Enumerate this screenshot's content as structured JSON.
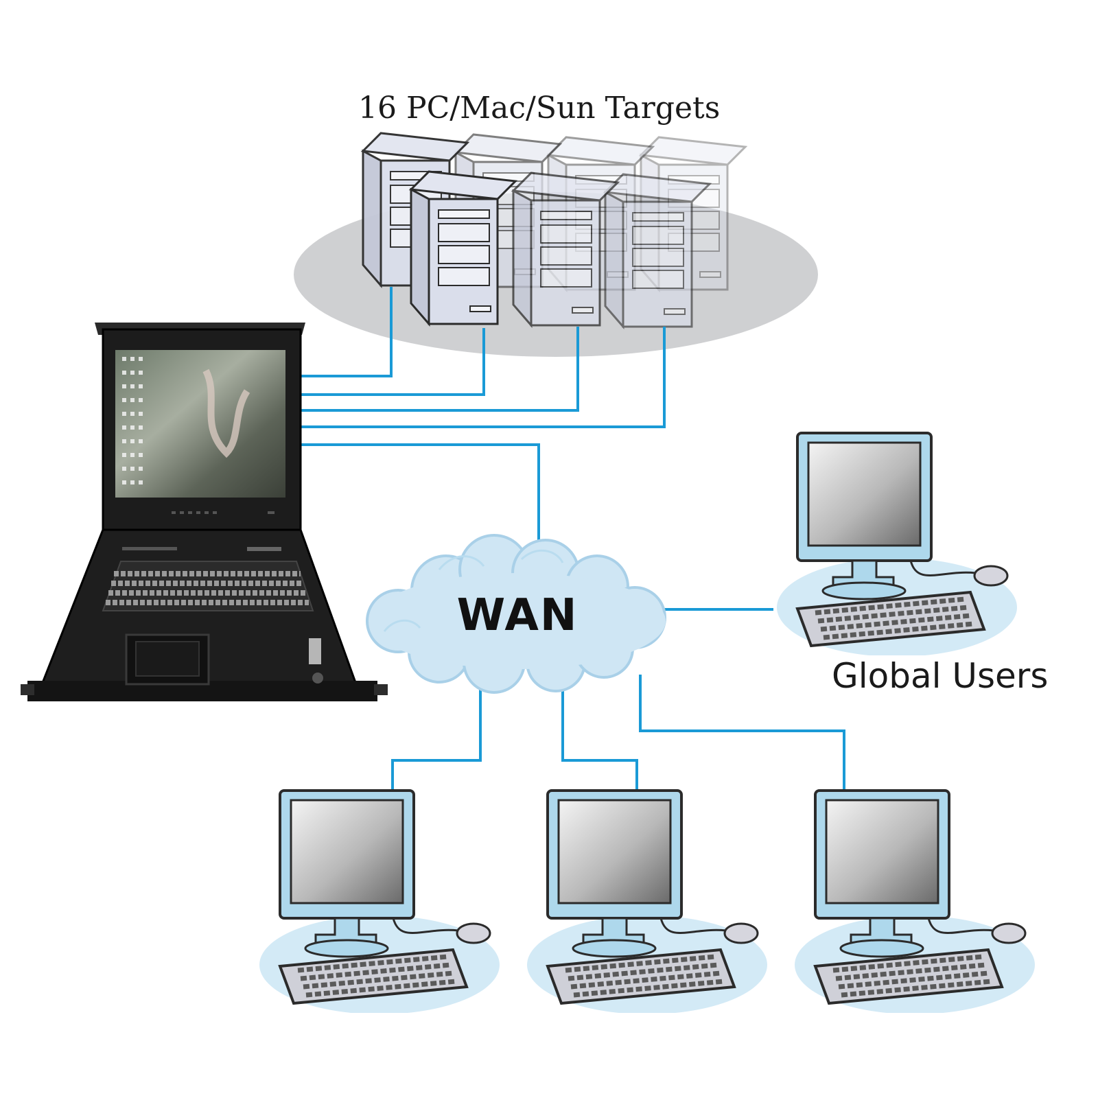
{
  "labels": {
    "targets_title": "16 PC/Mac/Sun Targets",
    "wan": "WAN",
    "global_users": "Global Users"
  },
  "nodes": {
    "kvm_console": "kvm-drawer-icon",
    "target_servers": "server-tower-icon",
    "wan_cloud": "cloud-icon",
    "user_workstations": "desktop-computer-icon"
  },
  "colors": {
    "cable": "#1a9ad6",
    "cloud": "#cfe6f4",
    "cloud_edge": "#a9d0e8",
    "monitor": "#aed8ec",
    "server": "#d7dbea",
    "console": "#1e1e1e"
  }
}
